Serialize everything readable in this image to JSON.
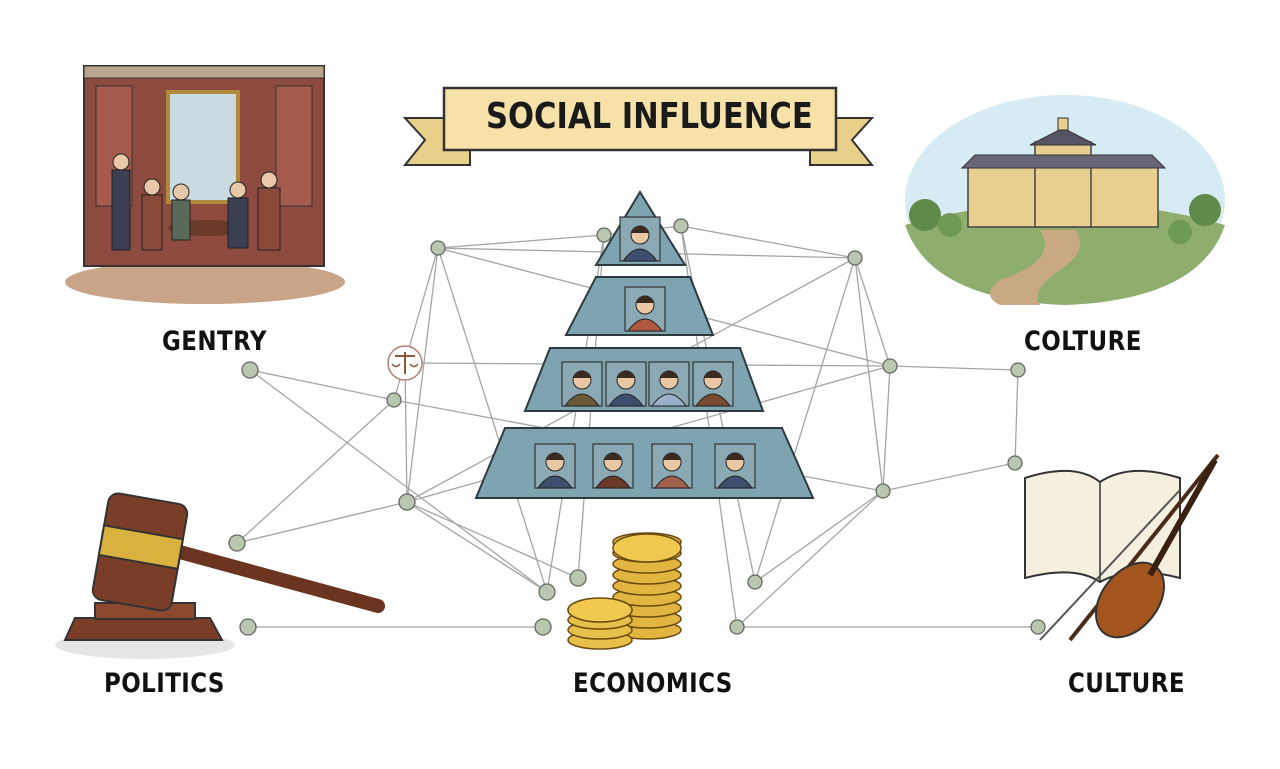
{
  "title": "SOCIAL INFLUENCE",
  "labels": {
    "gentry": "GENTRY",
    "colture": "COLTURE",
    "politics": "POLITICS",
    "economics": "ECONOMICS",
    "culture": "CULTURE"
  },
  "colors": {
    "banner": "#f6e2a8",
    "pyramid": "#7fa4b1",
    "node": "#b9c7b0",
    "line": "#9a9a9a"
  },
  "icons": [
    "gentry-salon-illustration",
    "manor-house-illustration",
    "gavel-icon",
    "coin-stack-icon",
    "book-violin-icon",
    "scales-icon"
  ]
}
